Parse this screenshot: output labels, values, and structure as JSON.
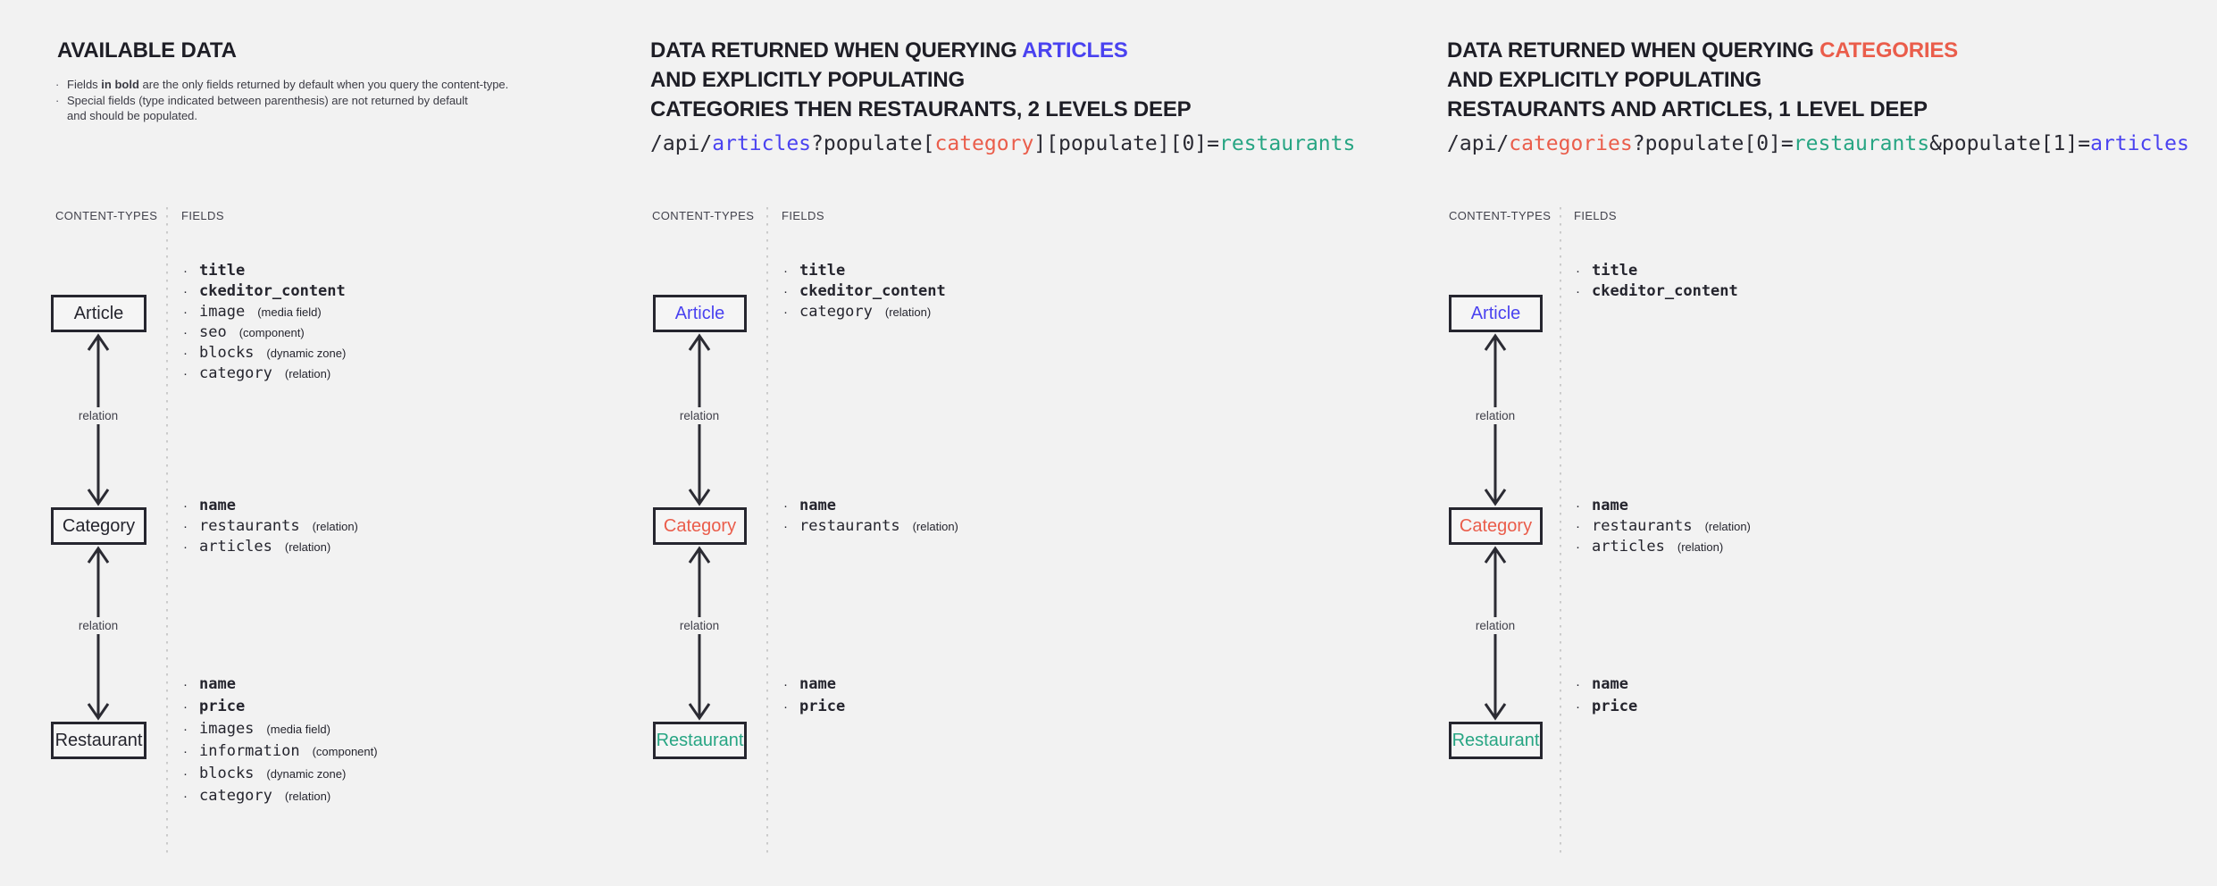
{
  "colors": {
    "blue": "#4a42f0",
    "red": "#ea5d4b",
    "teal": "#27a583",
    "dark": "#25252e",
    "bg": "#f2f2f2"
  },
  "panels": [
    {
      "name": "available-data",
      "title_lines": [
        {
          "segments": [
            {
              "t": "AVAILABLE DATA"
            }
          ]
        }
      ],
      "notes": [
        {
          "bullet": true,
          "segments": [
            {
              "t": "Fields "
            },
            {
              "t": "in bold",
              "b": true
            },
            {
              "t": " are the only fields returned by default when you query the content-type."
            }
          ]
        },
        {
          "bullet": true,
          "segments": [
            {
              "t": "Special fields (type indicated between parenthesis) are not returned by default"
            }
          ]
        },
        {
          "bullet": false,
          "segments": [
            {
              "t": "and should be populated."
            }
          ]
        }
      ],
      "headers": {
        "content_types": "CONTENT-TYPES",
        "fields": "FIELDS"
      },
      "boxes": [
        {
          "label": "Article",
          "color": "dark"
        },
        {
          "label": "Category",
          "color": "dark"
        },
        {
          "label": "Restaurant",
          "color": "dark"
        }
      ],
      "relations": [
        "relation",
        "relation"
      ],
      "fields": {
        "article": [
          {
            "name": "title",
            "bold": true
          },
          {
            "name": "ckeditor_content",
            "bold": true
          },
          {
            "name": "image",
            "type": "(media field)"
          },
          {
            "name": "seo",
            "type": "(component)"
          },
          {
            "name": "blocks",
            "type": "(dynamic zone)"
          },
          {
            "name": "category",
            "type": "(relation)"
          }
        ],
        "category": [
          {
            "name": "name",
            "bold": true
          },
          {
            "name": "restaurants",
            "type": "(relation)"
          },
          {
            "name": "articles",
            "type": "(relation)"
          }
        ],
        "restaurant": [
          {
            "name": "name",
            "bold": true
          },
          {
            "name": "price",
            "bold": true
          },
          {
            "name": "images",
            "type": "(media field)"
          },
          {
            "name": "information",
            "type": "(component)"
          },
          {
            "name": "blocks",
            "type": "(dynamic zone)"
          },
          {
            "name": "category",
            "type": "(relation)"
          }
        ]
      }
    },
    {
      "name": "query-articles",
      "title_lines": [
        {
          "segments": [
            {
              "t": "DATA RETURNED WHEN QUERYING "
            },
            {
              "t": "ARTICLES",
              "c": "blue"
            }
          ]
        },
        {
          "segments": [
            {
              "t": "AND EXPLICITLY POPULATING"
            }
          ]
        },
        {
          "segments": [
            {
              "t": "CATEGORIES THEN RESTAURANTS, 2 LEVELS DEEP"
            }
          ]
        }
      ],
      "api": [
        {
          "t": "/api/"
        },
        {
          "t": "articles",
          "c": "blue"
        },
        {
          "t": "?populate["
        },
        {
          "t": "category",
          "c": "red"
        },
        {
          "t": "][populate][0]="
        },
        {
          "t": "restaurants",
          "c": "teal"
        }
      ],
      "headers": {
        "content_types": "CONTENT-TYPES",
        "fields": "FIELDS"
      },
      "boxes": [
        {
          "label": "Article",
          "color": "blue"
        },
        {
          "label": "Category",
          "color": "red"
        },
        {
          "label": "Restaurant",
          "color": "teal"
        }
      ],
      "relations": [
        "relation",
        "relation"
      ],
      "fields": {
        "article": [
          {
            "name": "title",
            "bold": true
          },
          {
            "name": "ckeditor_content",
            "bold": true
          },
          {
            "name": "category",
            "type": "(relation)",
            "c": "red"
          }
        ],
        "category": [
          {
            "name": "name",
            "bold": true
          },
          {
            "name": "restaurants",
            "type": "(relation)",
            "c": "teal"
          }
        ],
        "restaurant": [
          {
            "name": "name",
            "bold": true
          },
          {
            "name": "price",
            "bold": true
          }
        ]
      }
    },
    {
      "name": "query-categories",
      "title_lines": [
        {
          "segments": [
            {
              "t": "DATA RETURNED WHEN QUERYING "
            },
            {
              "t": "CATEGORIES",
              "c": "red"
            }
          ]
        },
        {
          "segments": [
            {
              "t": "AND EXPLICITLY POPULATING"
            }
          ]
        },
        {
          "segments": [
            {
              "t": "RESTAURANTS AND ARTICLES, 1 LEVEL DEEP"
            }
          ]
        }
      ],
      "api": [
        {
          "t": "/api/"
        },
        {
          "t": "categories",
          "c": "red"
        },
        {
          "t": "?populate[0]="
        },
        {
          "t": "restaurants",
          "c": "teal"
        },
        {
          "t": "&populate[1]="
        },
        {
          "t": "articles",
          "c": "blue"
        }
      ],
      "headers": {
        "content_types": "CONTENT-TYPES",
        "fields": "FIELDS"
      },
      "boxes": [
        {
          "label": "Article",
          "color": "blue"
        },
        {
          "label": "Category",
          "color": "red"
        },
        {
          "label": "Restaurant",
          "color": "teal"
        }
      ],
      "relations": [
        "relation",
        "relation"
      ],
      "fields": {
        "article": [
          {
            "name": "title",
            "bold": true
          },
          {
            "name": "ckeditor_content",
            "bold": true
          }
        ],
        "category": [
          {
            "name": "name",
            "bold": true
          },
          {
            "name": "restaurants",
            "type": "(relation)",
            "c": "teal"
          },
          {
            "name": "articles",
            "type": "(relation)",
            "c": "blue"
          }
        ],
        "restaurant": [
          {
            "name": "name",
            "bold": true
          },
          {
            "name": "price",
            "bold": true
          }
        ]
      }
    }
  ]
}
